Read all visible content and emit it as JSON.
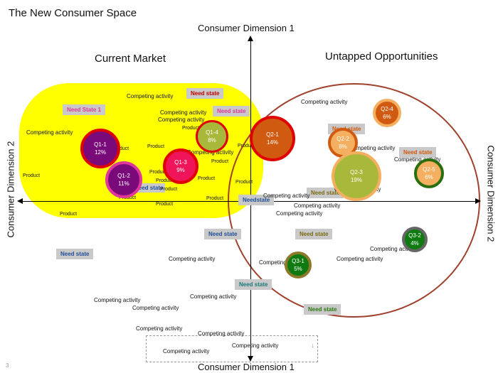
{
  "title": "The New Consumer Space",
  "axes": {
    "top": "Consumer Dimension 1",
    "bottom": "Consumer Dimension 1",
    "left": "Consumer Dimension 2",
    "right": "Consumer Dimension 2"
  },
  "sections": {
    "current": "Current Market",
    "untapped": "Untapped Opportunities"
  },
  "bubbles": [
    {
      "id": "Q1-1",
      "pct": "12%",
      "fill": "#7a0a7a",
      "border": "#e00000"
    },
    {
      "id": "Q1-2",
      "pct": "11%",
      "fill": "#7a0a7a",
      "border": "#e0389a"
    },
    {
      "id": "Q1-3",
      "pct": "9%",
      "fill": "#f0145a",
      "border": "#e00000"
    },
    {
      "id": "Q1-4",
      "pct": "8%",
      "fill": "#a8b83a",
      "border": "#e00000"
    },
    {
      "id": "Q2-1",
      "pct": "14%",
      "fill": "#d05a10",
      "border": "#e00000"
    },
    {
      "id": "Q2-2",
      "pct": "8%",
      "fill": "#f4b060",
      "border": "#d05a10"
    },
    {
      "id": "Q2-3",
      "pct": "19%",
      "fill": "#a8b83a",
      "border": "#f4b060"
    },
    {
      "id": "Q2-4",
      "pct": "6%",
      "fill": "#d05a10",
      "border": "#f4b060"
    },
    {
      "id": "Q2-5",
      "pct": "6%",
      "fill": "#f4b060",
      "border": "#2a6e10"
    },
    {
      "id": "Q3-1",
      "pct": "5%",
      "fill": "#0e7a10",
      "border": "#8a7a2a"
    },
    {
      "id": "Q3-2",
      "pct": "4%",
      "fill": "#0e7a10",
      "border": "#666666"
    }
  ],
  "labels": {
    "competing": "Competing activity",
    "product": "Product",
    "need_state": "Need state",
    "need_state_1": "Need State 1",
    "needstate": "Needstate",
    "need_state_compact": "Need state"
  },
  "page_number": "3",
  "colors": {
    "zone_fill": "#ffff00",
    "ring_stroke": "#a0412d",
    "tag_bg": "#c9c9c9",
    "tag_red": "#c00000",
    "tag_pink": "#e0389a",
    "tag_blue": "#1f4e9a",
    "tag_olive": "#7a6a10",
    "tag_teal": "#1a7a7a",
    "tag_green": "#2a7a10",
    "tag_orange": "#d05a10"
  }
}
